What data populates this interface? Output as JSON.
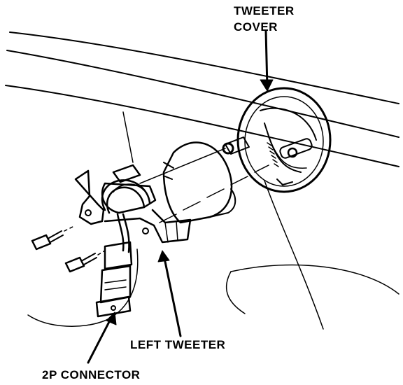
{
  "labels": {
    "tweeter_cover_line1": "TWEETER",
    "tweeter_cover_line2": "COVER",
    "left_tweeter": "LEFT TWEETER",
    "two_p_connector": "2P CONNECTOR"
  },
  "colors": {
    "ink": "#000000",
    "paper": "#ffffff"
  }
}
